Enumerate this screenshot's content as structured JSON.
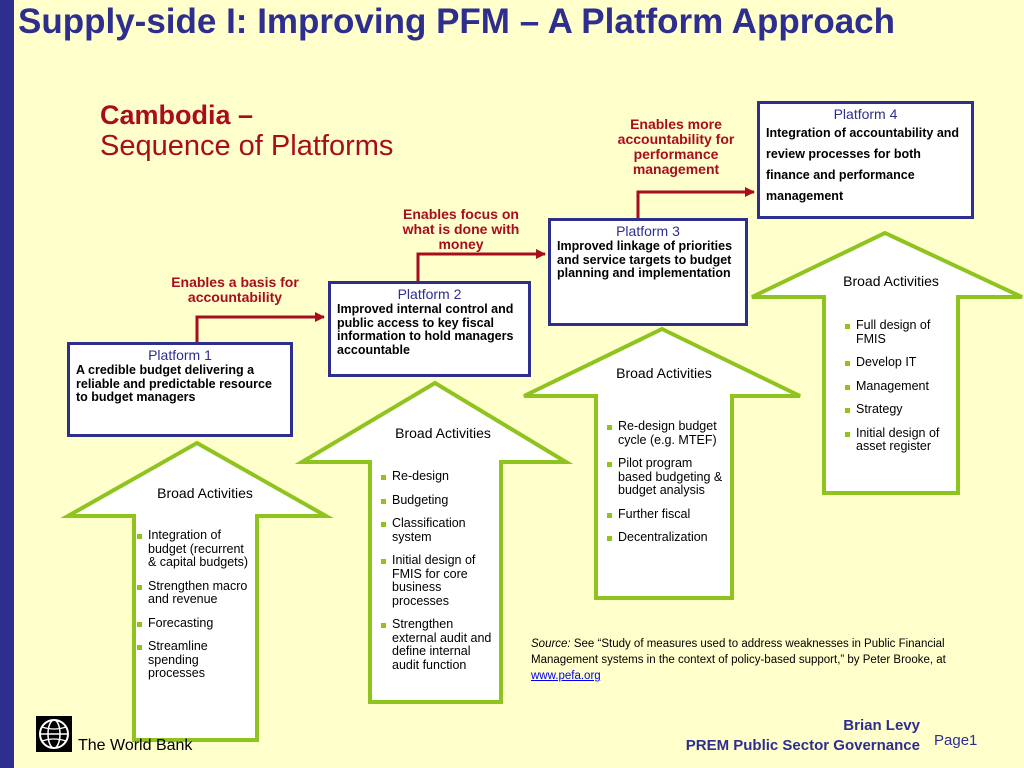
{
  "title": "Supply-side I: Improving PFM – A Platform Approach",
  "subtitle": {
    "country": "Cambodia –",
    "text": "Sequence of Platforms"
  },
  "colors": {
    "heading_blue": "#2e2e8f",
    "accent_red": "#a80d1e",
    "arrow_green": "#8fc31f",
    "background": "#ffffcc"
  },
  "platforms": [
    {
      "title": "Platform 1",
      "description": "A credible budget delivering a reliable and predictable resource to budget managers"
    },
    {
      "title": "Platform 2",
      "description": "Improved internal control and public access to key fiscal information to hold managers accountable"
    },
    {
      "title": "Platform 3",
      "description": "Improved linkage of priorities and service targets to budget planning and implementation"
    },
    {
      "title": "Platform 4",
      "description": "Integration of accountability and review processes for both finance and performance management"
    }
  ],
  "transitions": [
    "Enables a basis for accountability",
    "Enables focus on what is done with money",
    "Enables more accountability for performance management"
  ],
  "activity_heading": "Broad Activities",
  "activities": [
    [
      "Integration of budget (recurrent & capital budgets)",
      "Strengthen macro and revenue",
      "Forecasting",
      "Streamline spending processes"
    ],
    [
      "Re-design",
      "Budgeting",
      "Classification system",
      "Initial design of FMIS for core business processes",
      "Strengthen external audit and define internal audit function"
    ],
    [
      "Re-design budget cycle (e.g. MTEF)",
      "Pilot  program based budgeting & budget analysis",
      "Further fiscal",
      "Decentralization"
    ],
    [
      "Full design of FMIS",
      " Develop IT",
      " Management",
      " Strategy",
      "Initial design of asset  register"
    ]
  ],
  "source": {
    "label": "Source:",
    "text": "See “Study of measures used to address weaknesses in Public Financial Management systems in the context of policy-based support,” by Peter Brooke, at",
    "link": "www.pefa.org"
  },
  "footer": {
    "org": "The World Bank",
    "author": "Brian Levy",
    "unit": "PREM Public Sector Governance",
    "page": "Page1"
  },
  "icons": {
    "logo": "world-bank-globe-icon"
  }
}
